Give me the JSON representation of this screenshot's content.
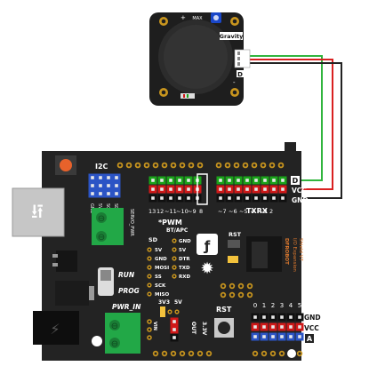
{
  "module": {
    "brand": "Gravity",
    "max_label": "MAX",
    "pin_d": "D",
    "pin_plus": "+",
    "pin_minus": "-"
  },
  "board": {
    "i2c": "I2C",
    "pwm": "*PWM",
    "txrx": "TXRX",
    "bt_apc": "BT/APC",
    "sd": "SD",
    "rst": "RST",
    "run": "RUN",
    "prog": "PROG",
    "pwr_in": "PWR_IN",
    "v33": "3V3",
    "v5": "5V",
    "vin": "VIN",
    "out": "OUT",
    "out_v": "3.3V",
    "servo_pwr": "SERVO_PWR",
    "io_expansion": "I/O Expansion",
    "shield_v7": "Shield V7",
    "dfrobot": "DFROBOT",
    "sd_pins": [
      "5V",
      "GND",
      "MOSI",
      "SS",
      "SCK",
      "MISO"
    ],
    "bt_pins": [
      "GND",
      "5V",
      "DTR",
      "TXD",
      "RXD"
    ],
    "digital_labels": [
      "13",
      "12",
      "~11",
      "~10",
      "~9",
      "8",
      "~7",
      "~6",
      "~5",
      "4",
      "~3",
      "2"
    ],
    "right_labels": {
      "d": "D",
      "vcc": "VCC",
      "gnd": "GND"
    },
    "i2c_pins": [
      "GND",
      "5V",
      "SCL",
      "SDA"
    ],
    "analog_numbers": [
      "0",
      "1",
      "2",
      "3",
      "4",
      "5"
    ],
    "analog_right": {
      "gnd": "GND",
      "vcc": "VCC",
      "a": "A"
    }
  },
  "colors": {
    "board": "#232323",
    "header_green": "#1aa31a",
    "header_red": "#d01818",
    "header_black": "#101010",
    "pcb_gold": "#c8951e",
    "terminal_green": "#22a847",
    "wire_green": "#31b53e",
    "wire_red": "#d92020",
    "wire_black": "#222222"
  }
}
